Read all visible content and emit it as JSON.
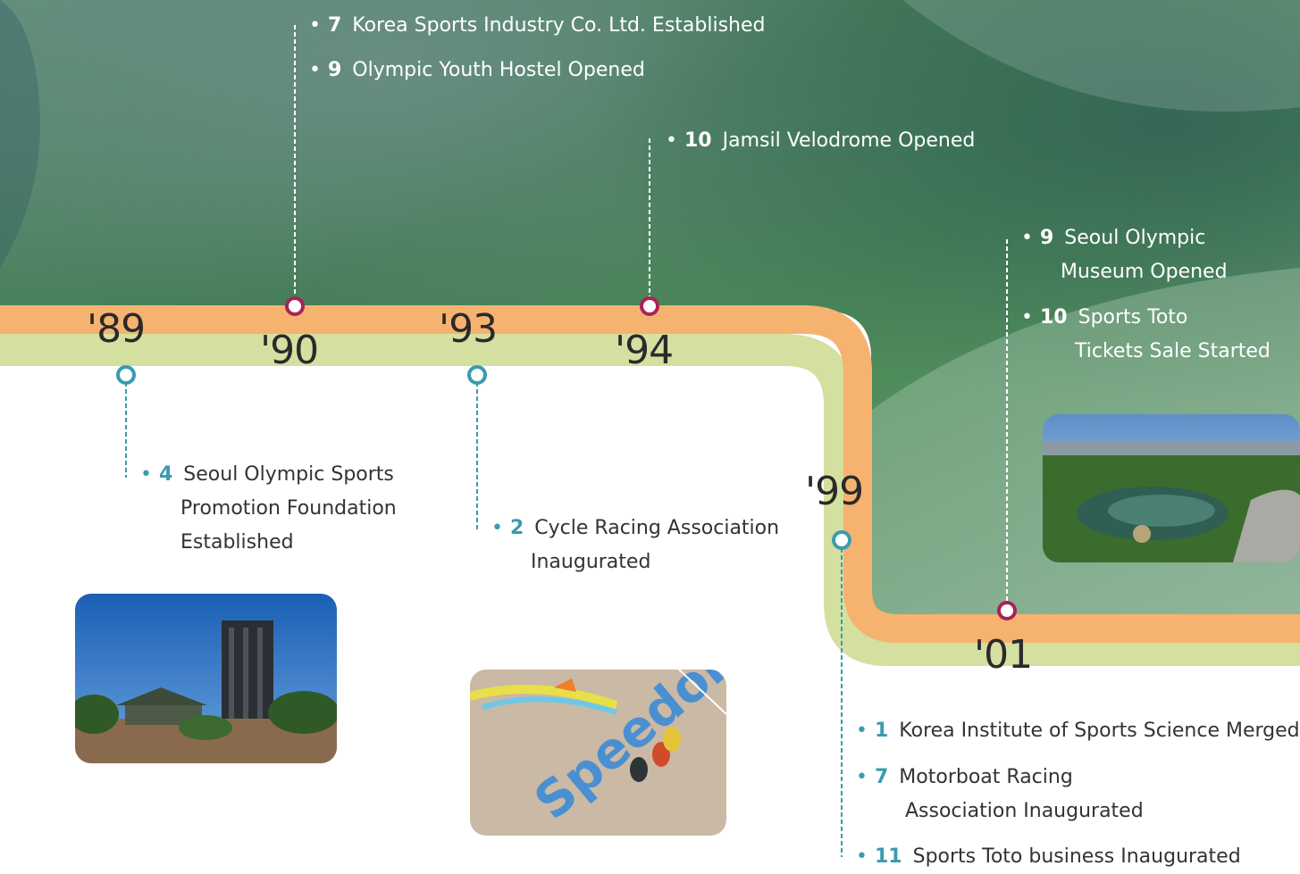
{
  "years": {
    "y89": "'89",
    "y90": "'90",
    "y93": "'93",
    "y94": "'94",
    "y99": "'99",
    "y01": "'01"
  },
  "events": {
    "e90_1": {
      "month": "7",
      "text": "Korea Sports Industry Co. Ltd. Established"
    },
    "e90_2": {
      "month": "9",
      "text": "Olympic Youth Hostel Opened"
    },
    "e94_1": {
      "month": "10",
      "text": "Jamsil Velodrome Opened"
    },
    "e01_1": {
      "month": "9",
      "line1": "Seoul Olympic",
      "line2": "Museum Opened"
    },
    "e01_2": {
      "month": "10",
      "line1": "Sports Toto",
      "line2": "Tickets Sale Started"
    },
    "e89_1": {
      "month": "4",
      "line1": "Seoul Olympic Sports",
      "line2": "Promotion Foundation",
      "line3": "Established"
    },
    "e93_1": {
      "month": "2",
      "line1": "Cycle Racing Association",
      "line2": "Inaugurated"
    },
    "e99_1": {
      "month": "1",
      "text": "Korea Institute of Sports Science Merged"
    },
    "e99_2": {
      "month": "7",
      "line1": "Motorboat Racing",
      "line2": "Association Inaugurated"
    },
    "e99_3": {
      "month": "11",
      "text": "Sports Toto business Inaugurated"
    }
  },
  "colors": {
    "orange_band": "#f6b36f",
    "green_band": "#d4e0a0",
    "upper_marker": "#a8235a",
    "lower_marker": "#3a9bb0",
    "background_green": "#3f7a4a"
  },
  "icons": {
    "photo_1": "olympic-tower-photo",
    "photo_2": "velodrome-speedom-photo",
    "photo_3": "olympic-park-aerial-photo"
  }
}
